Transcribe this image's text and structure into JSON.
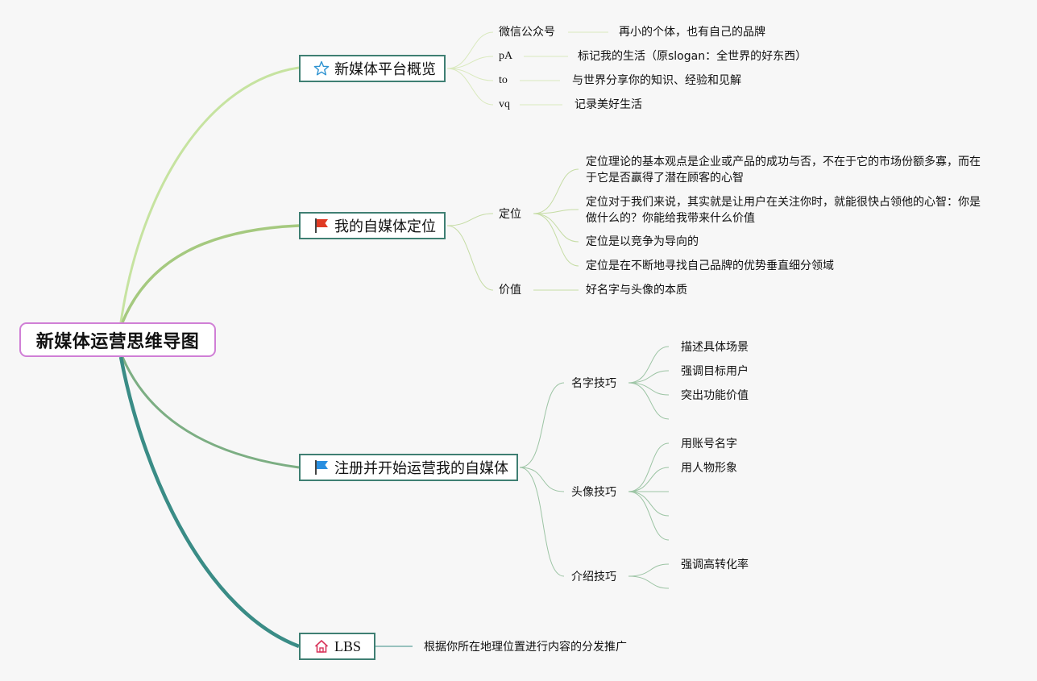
{
  "root": {
    "title": "新媒体运营思维导图"
  },
  "colors": {
    "root_border": "#d07fd6",
    "topic_border": "#3f7f73",
    "branch1": "#c6e3a0",
    "branch2": "#a5c97f",
    "branch3": "#7cae83",
    "branch4": "#3a8c86"
  },
  "topics": [
    {
      "label": "新媒体平台概览",
      "icon": "star-icon",
      "children": [
        {
          "label": "微信公众号",
          "detail": "再小的个体，也有自己的品牌"
        },
        {
          "label": "pA",
          "detail": "标记我的生活（原slogan：全世界的好东西）"
        },
        {
          "label": "to",
          "detail": "与世界分享你的知识、经验和见解"
        },
        {
          "label": "vq",
          "detail": "记录美好生活"
        }
      ]
    },
    {
      "label": "我的自媒体定位",
      "icon": "red-flag-icon",
      "children": [
        {
          "label": "定位",
          "details": [
            "定位理论的基本观点是企业或产品的成功与否，不在于它的市场份额多寡，而在于它是否赢得了潜在顾客的心智",
            "定位对于我们来说，其实就是让用户在关注你时，就能很快占领他的心智：你是做什么的？你能给我带来什么价值",
            "定位是以竞争为导向的",
            "定位是在不断地寻找自己品牌的优势垂直细分领域"
          ]
        },
        {
          "label": "价值",
          "details": [
            "好名字与头像的本质"
          ]
        }
      ]
    },
    {
      "label": "注册并开始运营我的自媒体",
      "icon": "blue-flag-icon",
      "children": [
        {
          "label": "名字技巧",
          "details": [
            "描述具体场景",
            "强调目标用户",
            "突出功能价值",
            ""
          ]
        },
        {
          "label": "头像技巧",
          "details": [
            "用账号名字",
            "用人物形象",
            "",
            "",
            ""
          ]
        },
        {
          "label": "介绍技巧",
          "details": [
            "强调高转化率",
            ""
          ]
        }
      ]
    },
    {
      "label": "LBS",
      "icon": "home-icon",
      "children": [
        {
          "label": "根据你所在地理位置进行内容的分发推广"
        }
      ]
    }
  ]
}
